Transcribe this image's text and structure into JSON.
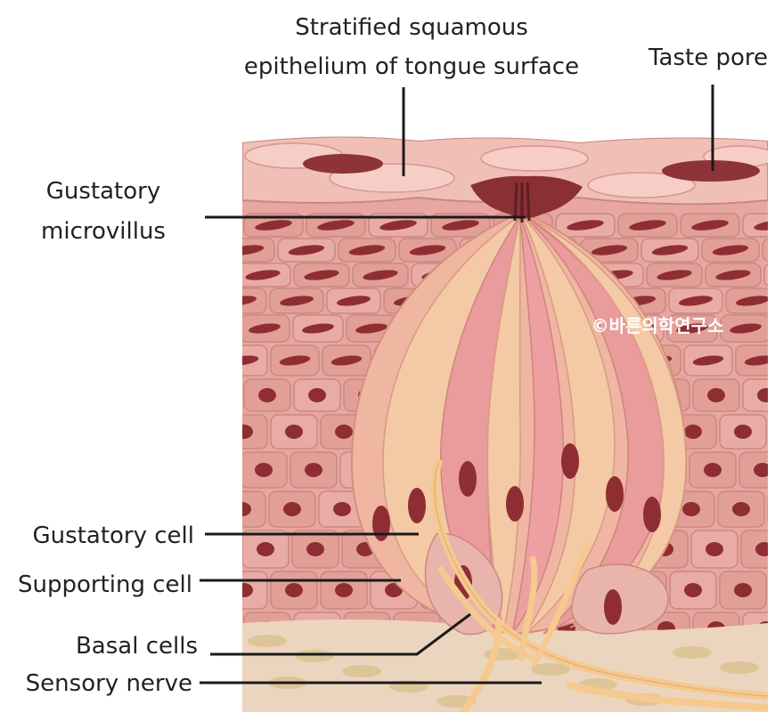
{
  "labels": {
    "stratified_line1": "Stratified squamous",
    "stratified_line2": "epithelium of tongue surface",
    "taste_pore": "Taste pore",
    "gustatory_microvillus_line1": "Gustatory",
    "gustatory_microvillus_line2": "microvillus",
    "gustatory_cell": "Gustatory cell",
    "supporting_cell": "Supporting cell",
    "basal_cells": "Basal cells",
    "sensory_nerve": "Sensory nerve"
  },
  "watermark": "©바른의학연구소",
  "colors": {
    "epithelium": "#e7a6a0",
    "cell_border": "#c98882",
    "surface": "#f2c4bd",
    "nucleus": "#8e2e33",
    "pore": "#8a3034",
    "bud_outer": "#f3c4a4",
    "bud_inner": "#e89a98",
    "nerve": "#f6c98f",
    "connective": "#ecd5bf",
    "leader": "#1a1a1a"
  }
}
